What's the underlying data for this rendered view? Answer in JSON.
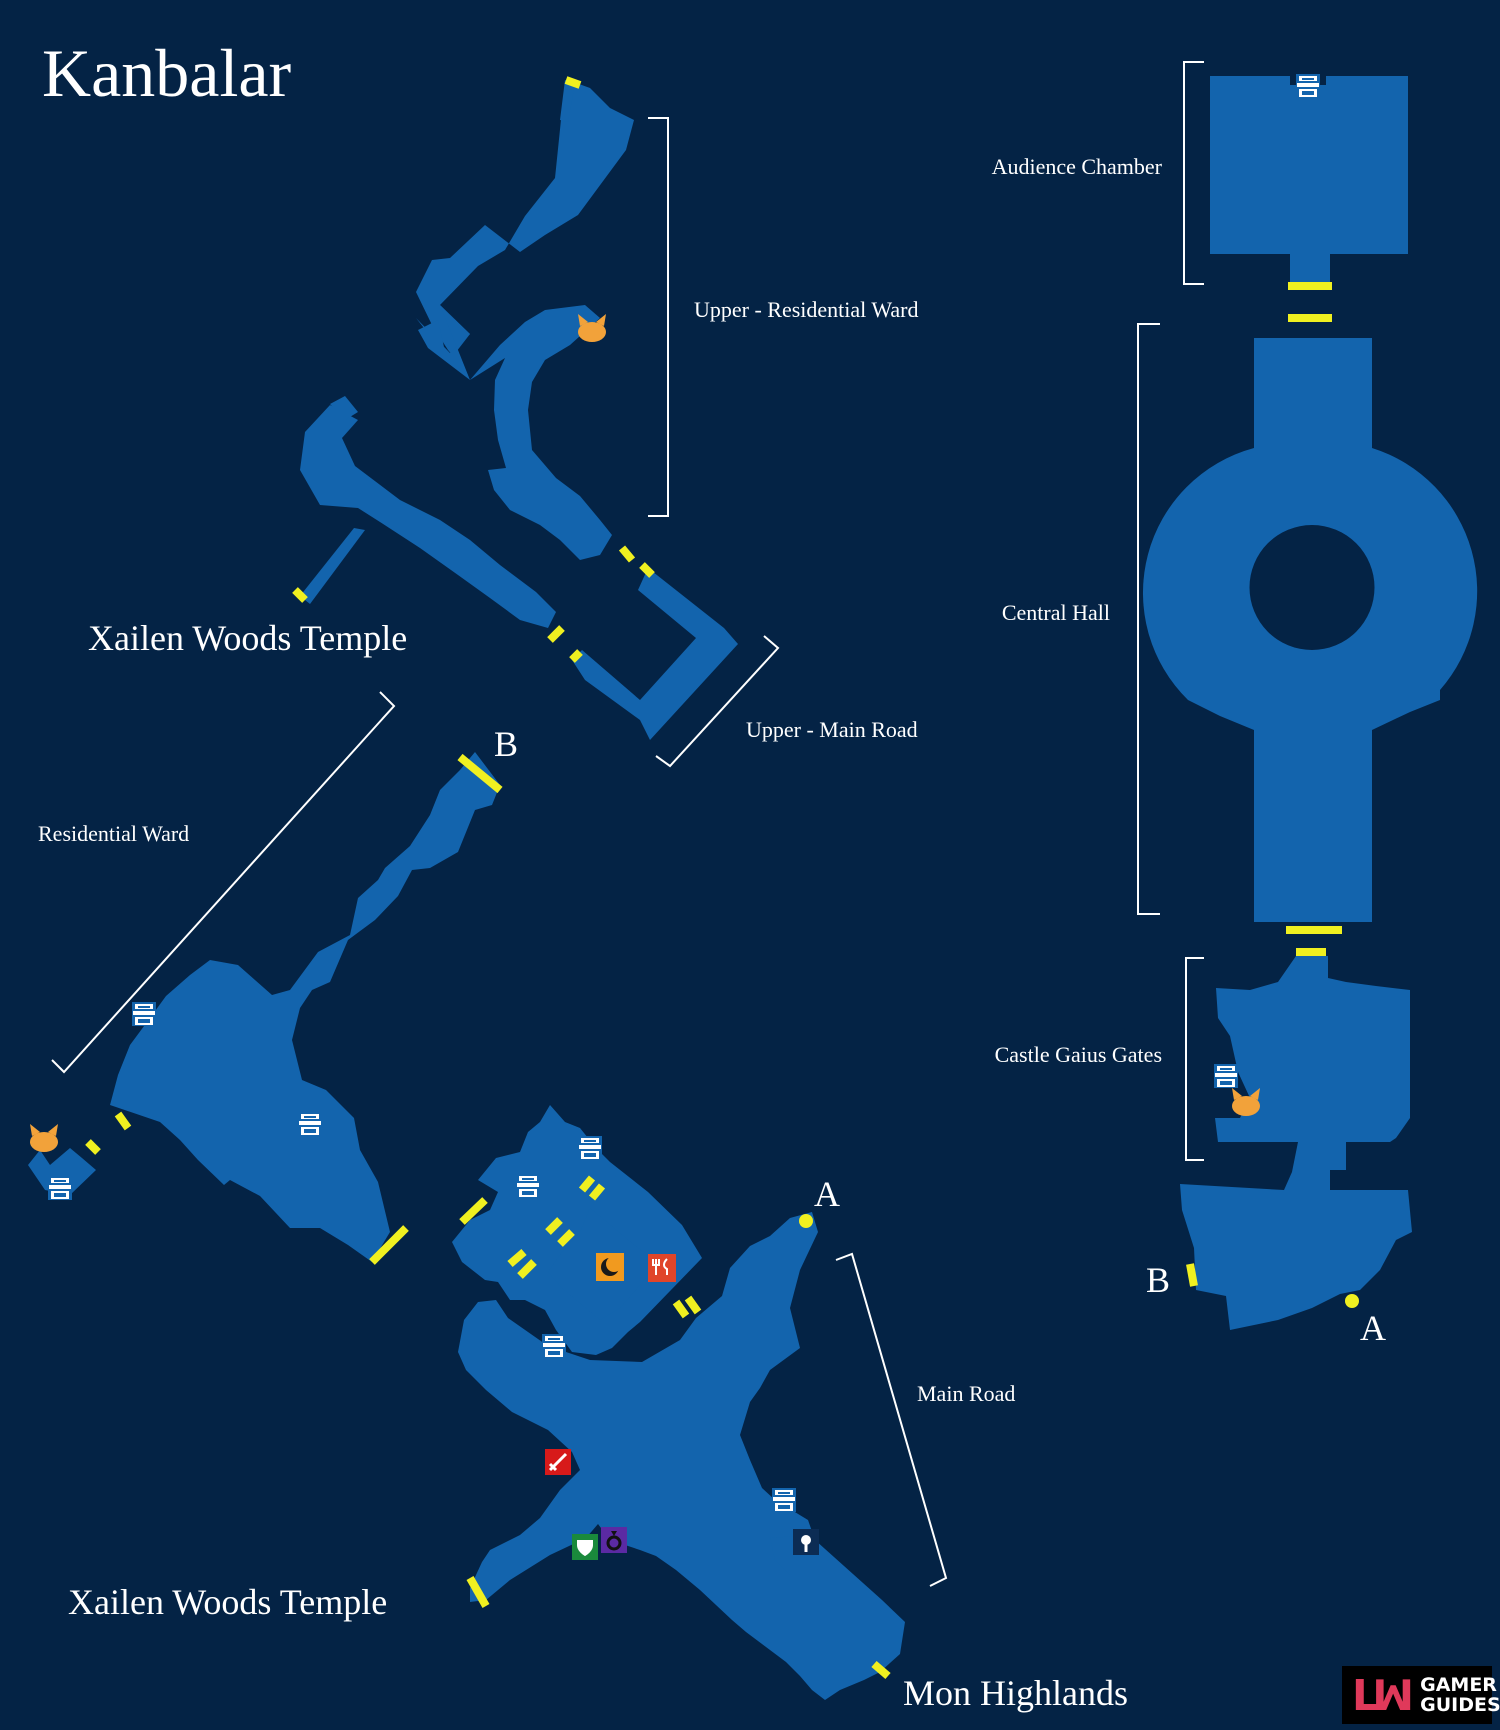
{
  "title": "Kanbalar",
  "colors": {
    "background": "#042345",
    "floor": "#1364ad",
    "exit": "#f0f020",
    "bracket": "#ffffff",
    "text": "#ffffff",
    "marker_chest": "#ffffff",
    "marker_save": "#f2a23a"
  },
  "area_labels": {
    "upper_residential_ward": "Upper - Residential Ward",
    "upper_main_road": "Upper - Main Road",
    "residential_ward": "Residential Ward",
    "main_road": "Main Road",
    "audience_chamber": "Audience Chamber",
    "central_hall": "Central Hall",
    "castle_gaius_gates": "Castle Gaius Gates"
  },
  "exit_labels": {
    "xailen_woods_temple_upper": "Xailen Woods Temple",
    "xailen_woods_temple_lower": "Xailen Woods Temple",
    "mon_highlands": "Mon Highlands"
  },
  "connectors": {
    "b_west": "B",
    "b_east": "B",
    "a_west": "A",
    "a_east": "A"
  },
  "legend_icons": [
    "treasure-chest-icon",
    "save-point-cat-icon",
    "inn-icon",
    "restaurant-icon",
    "weapon-shop-icon",
    "armor-shop-icon",
    "accessory-shop-icon",
    "item-shop-icon"
  ],
  "logo": {
    "line1": "GAMER",
    "line2": "GUIDES"
  }
}
